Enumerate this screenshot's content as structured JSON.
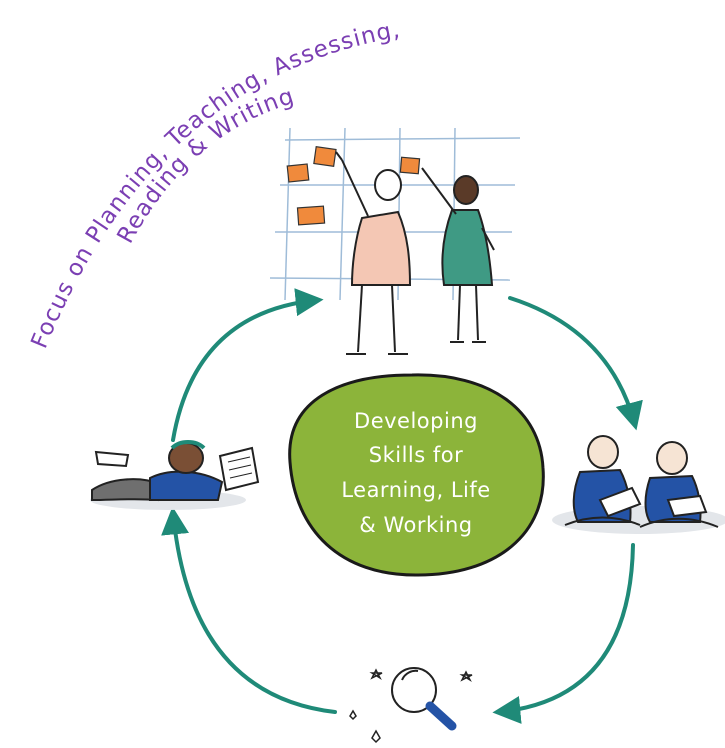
{
  "heading": {
    "line1": "Focus on Planning, Teaching, Assessing,",
    "line2": "Reading & Writing"
  },
  "center": {
    "lines": [
      "Developing",
      "Skills for",
      "Learning, Life",
      "& Working"
    ]
  },
  "colors": {
    "heading": "#7b3fb3",
    "center_fill": "#8cb43a",
    "cycle_arrows": "#1f8a78",
    "sticky_notes": "#f08a3c",
    "uniform_blue": "#2453a6",
    "teal_dress": "#3f9a84"
  },
  "icons": [
    "planning-board-illustration",
    "children-reading-illustration",
    "magnifying-glass-illustration",
    "child-lying-reading-illustration",
    "cycle-arrows"
  ]
}
